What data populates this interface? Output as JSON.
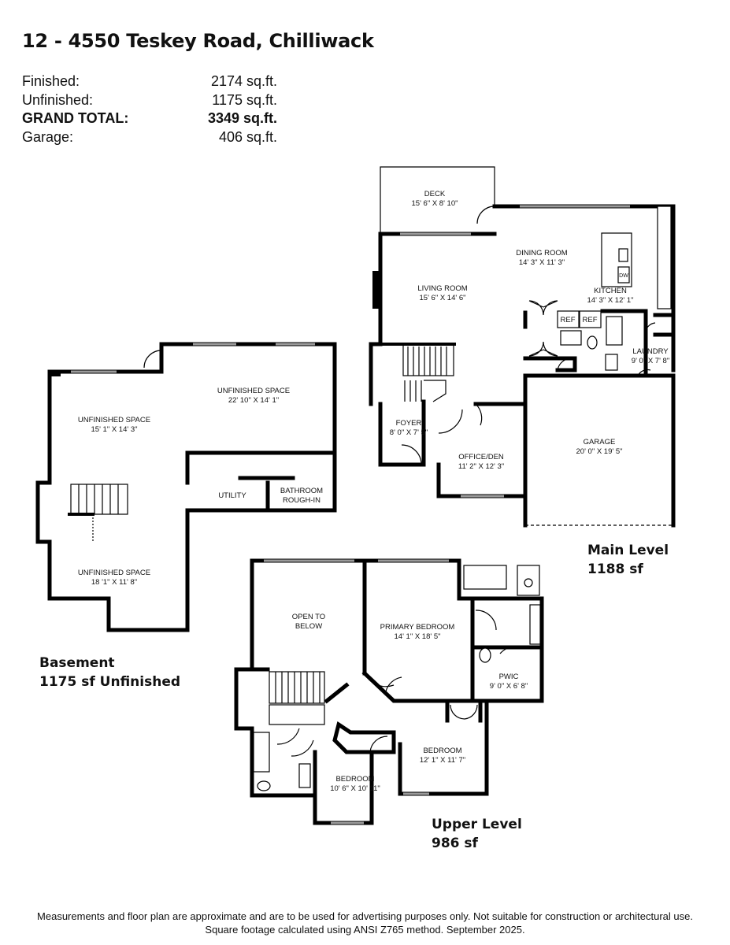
{
  "title": "12 - 4550 Teskey Road, Chilliwack",
  "areas": [
    {
      "label": "Finished:",
      "value": "2174 sq.ft."
    },
    {
      "label": "Unfinished:",
      "value": "1175 sq.ft."
    },
    {
      "label": "GRAND TOTAL:",
      "value": "3349 sq.ft."
    },
    {
      "label": "Garage:",
      "value": "406 sq.ft."
    }
  ],
  "levels": {
    "main": {
      "name": "Main Level",
      "area": "1188 sf"
    },
    "basement": {
      "name": "Basement",
      "area": "1175 sf Unfinished"
    },
    "upper": {
      "name": "Upper Level",
      "area": "986 sf"
    }
  },
  "rooms": {
    "deck": {
      "name": "DECK",
      "dim": "15' 6\" X 8' 10\""
    },
    "dining": {
      "name": "DINING ROOM",
      "dim": "14' 3\" X 11' 3\""
    },
    "living": {
      "name": "LIVING ROOM",
      "dim": "15' 6\" X 14' 6\""
    },
    "kitchen": {
      "name": "KITCHEN",
      "dim": "14' 3\" X 12' 1\""
    },
    "laundry": {
      "name": "LAUNDRY",
      "dim": "9' 0\" X 7' 8\""
    },
    "foyer": {
      "name": "FOYER",
      "dim": "8' 0\" X 7' 5\""
    },
    "office": {
      "name": "OFFICE/DEN",
      "dim": "11' 2\" X 12' 3\""
    },
    "garage": {
      "name": "GARAGE",
      "dim": "20' 0\" X 19' 5\""
    },
    "unf_top": {
      "name": "UNFINISHED SPACE",
      "dim": "22' 10\" X 14' 1\""
    },
    "unf_left": {
      "name": "UNFINISHED SPACE",
      "dim": "15' 1\" X 14' 3\""
    },
    "unf_bottom": {
      "name": "UNFINISHED SPACE",
      "dim": "18 '1\" X 11' 8\""
    },
    "utility": {
      "name": "UTILITY"
    },
    "bath_rough": {
      "name": "BATHROOM",
      "name2": "ROUGH-IN"
    },
    "open_below": {
      "name": "OPEN TO",
      "name2": "BELOW"
    },
    "primary": {
      "name": "PRIMARY BEDROOM",
      "dim": "14' 1\" X 18' 5\""
    },
    "pwic": {
      "name": "PWIC",
      "dim": "9' 0\" X 6' 8\""
    },
    "bedroom2": {
      "name": "BEDROOM",
      "dim": "12' 1\" X 11' 7\""
    },
    "bedroom3": {
      "name": "BEDROOM",
      "dim": "10' 6\" X 10' 11\""
    }
  },
  "fixtures": {
    "ref1": "REF",
    "ref2": "REF",
    "dw": "DW"
  },
  "disclaimer": {
    "line1": "Measurements and floor plan are approximate and are to be used for advertising purposes only. Not suitable for construction or architectural use.",
    "line2": "Square footage calculated using ANSI Z765 method. September 2025."
  }
}
